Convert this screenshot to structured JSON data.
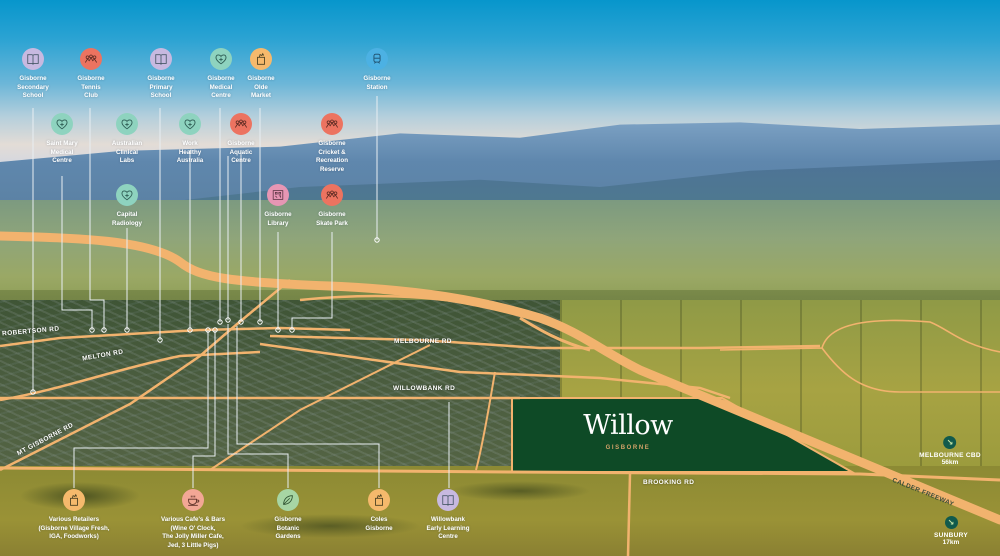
{
  "map": {
    "development": {
      "name": "Willow",
      "suburb": "GISBORNE"
    },
    "roads": [
      {
        "id": "robertson",
        "label": "ROBERTSON RD"
      },
      {
        "id": "melton",
        "label": "MELTON RD"
      },
      {
        "id": "melbourne",
        "label": "MELBOURNE RD"
      },
      {
        "id": "willowbank",
        "label": "WILLOWBANK RD"
      },
      {
        "id": "mt-gisborne",
        "label": "MT GISBORNE RD"
      },
      {
        "id": "brooking",
        "label": "BROOKING RD"
      },
      {
        "id": "calder",
        "label": "CALDER FREEWAY"
      }
    ],
    "destinations": [
      {
        "name": "MELBOURNE CBD",
        "distance": "56km",
        "icon": "arrow-southeast-icon"
      },
      {
        "name": "SUNBURY",
        "distance": "17km",
        "icon": "arrow-southeast-icon"
      }
    ],
    "pois_top": [
      {
        "label": "Gisborne\nSecondary\nSchool",
        "icon": "book-icon",
        "color": "#c7b9e0"
      },
      {
        "label": "Gisborne\nTennis\nClub",
        "icon": "people-icon",
        "color": "#ec7360"
      },
      {
        "label": "Gisborne\nPrimary\nSchool",
        "icon": "book-icon",
        "color": "#c7b9e0"
      },
      {
        "label": "Gisborne\nMedical\nCentre",
        "icon": "medical-heart-icon",
        "color": "#8ed3bf"
      },
      {
        "label": "Gisborne\nOlde\nMarket",
        "icon": "grocery-bag-icon",
        "color": "#f5b96c"
      },
      {
        "label": "Gisborne\nStation",
        "icon": "train-icon",
        "color": "#4cb1e3"
      },
      {
        "label": "Saint Mary\nMedical\nCentre",
        "icon": "medical-heart-icon",
        "color": "#8ed3bf"
      },
      {
        "label": "Australian\nClinical\nLabs",
        "icon": "medical-heart-icon",
        "color": "#8ed3bf"
      },
      {
        "label": "Work\nHealthy\nAustralia",
        "icon": "medical-heart-icon",
        "color": "#8ed3bf"
      },
      {
        "label": "Gisborne\nAquatic\nCentre",
        "icon": "people-icon",
        "color": "#ec7360"
      },
      {
        "label": "Gisborne\nCricket &\nRecreation\nReserve",
        "icon": "people-icon",
        "color": "#ec7360"
      },
      {
        "label": "Capital\nRadiology",
        "icon": "medical-heart-icon",
        "color": "#8ed3bf"
      },
      {
        "label": "Gisborne\nLibrary",
        "icon": "library-icon",
        "color": "#e796b4"
      },
      {
        "label": "Gisborne\nSkate Park",
        "icon": "people-icon",
        "color": "#ec7360"
      }
    ],
    "pois_bottom": [
      {
        "label": "Various Retailers\n(Gisborne Village Fresh,\nIGA, Foodworks)",
        "icon": "grocery-bag-icon",
        "color": "#f5b96c"
      },
      {
        "label": "Various Cafe's & Bars\n(Wine O' Clock,\nThe Jolly Miller Cafe,\nJed, 3 Little Pigs)",
        "icon": "coffee-cup-icon",
        "color": "#f2a795"
      },
      {
        "label": "Gisborne\nBotanic\nGardens",
        "icon": "leaf-icon",
        "color": "#a7d5a4"
      },
      {
        "label": "Coles\nGisborne",
        "icon": "grocery-bag-icon",
        "color": "#f5b96c"
      },
      {
        "label": "Willowbank\nEarly Learning\nCentre",
        "icon": "book-icon",
        "color": "#c7b9e0"
      }
    ],
    "colors": {
      "road": "#f2b36e",
      "leader_line": "#e8eef2",
      "willow_parcel": "#0e4a26",
      "willow_accent": "#d4a36a",
      "destination_marker": "#115a4c"
    }
  }
}
